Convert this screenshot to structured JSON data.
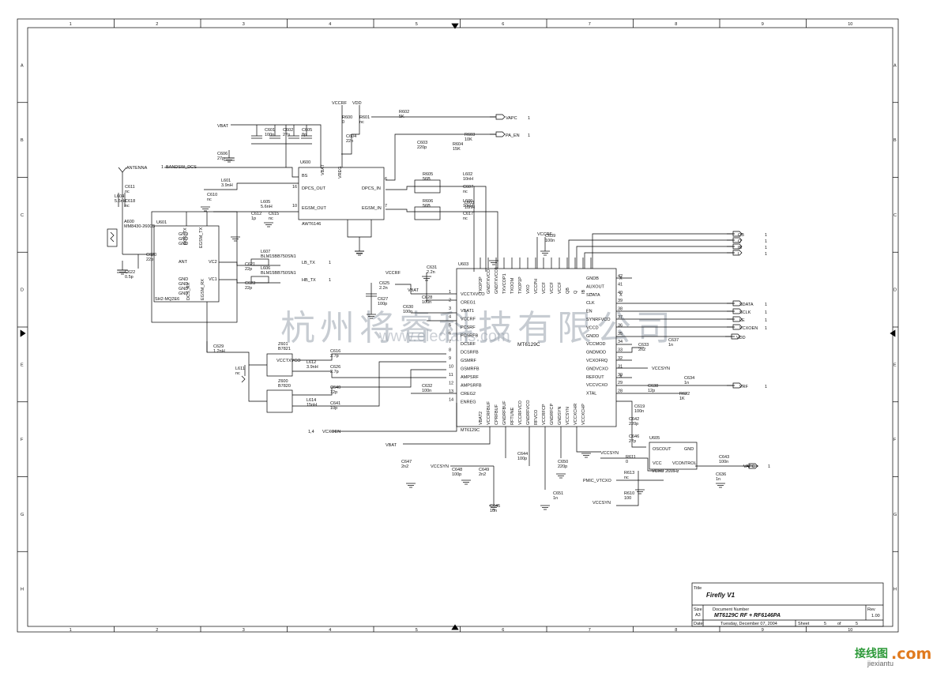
{
  "border": {
    "columns": [
      "1",
      "2",
      "3",
      "4",
      "5",
      "6",
      "7",
      "8",
      "9",
      "10"
    ],
    "rows": [
      "A",
      "B",
      "C",
      "D",
      "E",
      "F",
      "G",
      "H"
    ]
  },
  "title_block": {
    "title_label": "Title",
    "title": "Firefly V1",
    "size_label": "Size",
    "size": "A3",
    "doc_label": "Document Number",
    "doc_number": "MT6129C RF + RF6146PA",
    "rev_label": "Rev",
    "rev": "1.00",
    "date_label": "Date:",
    "date": "Tuesday, December 07, 2004",
    "sheet_label": "Sheet",
    "sheet_num": "5",
    "of_label": "of",
    "sheet_total": "5"
  },
  "chips": {
    "pa": {
      "ref": "U600",
      "part": "AWT6146",
      "pins_left": [
        "BS",
        "DPCS_OUT",
        "EGSM_OUT"
      ],
      "pins_right": [
        "DPCS_IN",
        "EGSM_IN"
      ],
      "pins_top": [
        "VBAT",
        "VREG"
      ],
      "pin_nums": [
        "16",
        "10",
        "6",
        "7"
      ]
    },
    "sw": {
      "ref": "U601",
      "part": "SH2-MQ2E6",
      "pins": [
        "DCS_TX",
        "EGSM_TX",
        "GND",
        "GND",
        "GND",
        "ANT",
        "VC2",
        "VC1",
        "GND",
        "GND",
        "GND",
        "GND",
        "DCS_RX",
        "EGSM_RX"
      ],
      "pin_nums": [
        "2",
        "1",
        "4",
        "5",
        "6",
        "7",
        "1",
        "11",
        "9",
        "8",
        "14",
        "13",
        "12"
      ]
    },
    "tx": {
      "ref": "U603",
      "part": "MT6129C",
      "part2": "MT6129C",
      "pins_left": [
        "VCCTXVCO",
        "CREG1",
        "VBAT1",
        "VCCRF",
        "PCSRF",
        "PCSRFB",
        "DCSRF",
        "DCSRFB",
        "GSMRF",
        "GSMRFB",
        "AMPSRF",
        "AMPSRFB",
        "CREG2",
        "ENREG"
      ],
      "pin_nums_left": [
        "1",
        "2",
        "3",
        "4",
        "5",
        "6",
        "7",
        "8",
        "9",
        "10",
        "11",
        "12",
        "13",
        "14"
      ],
      "pins_right": [
        "GNDB",
        "AUXOUT",
        "SDATA",
        "CLK",
        "EN",
        "SYNRFVCO",
        "VCCD",
        "GNDD",
        "VCCMOD",
        "GNDMOD",
        "VCXOFRQ",
        "GNDVCXO",
        "REFOUT",
        "VCCVCXO",
        "XTAL"
      ],
      "pin_nums_right": [
        "42",
        "41",
        "40",
        "39",
        "38",
        "37",
        "36",
        "35",
        "34",
        "33",
        "32",
        "31",
        "30",
        "29",
        "28"
      ],
      "pins_top": [
        "TXOP2P",
        "GNDTXVCO",
        "GNDTXVCO1",
        "TXVCOP1",
        "TXOOM",
        "TXOP1P",
        "VXO",
        "VCCPH",
        "VCCF",
        "VCCF",
        "VCCF",
        "QB",
        "Q",
        "IB",
        "I"
      ],
      "pins_bottom": [
        "VBAT2",
        "VCCRFBUF",
        "CPRFBUF",
        "GNDRFBUF",
        "RFTUNE",
        "VCCRFVCO",
        "GNDRFVCO",
        "RFVCO",
        "VCCRFCP",
        "GNDRFCP",
        "GNDSYN",
        "VCCSYN",
        "VCCXCHR",
        "VCCXCHP"
      ]
    },
    "vcxo": {
      "ref": "U605",
      "part": "VCXO 26MHz",
      "pins": [
        "OSCOUT",
        "GND",
        "VCC",
        "VCONTROL"
      ],
      "pin_nums": [
        "3",
        "2",
        "4",
        "1"
      ]
    }
  },
  "nets": {
    "vbat": "VBAT",
    "vccrf": "VCCRF",
    "vdd": "VDD",
    "vapc": "VAPC",
    "pa_en": "PA_EN",
    "bandsw": "BANDSW_DCS",
    "antenna": "ANTENNA",
    "lb_tx": "LB_TX",
    "hb_tx": "HB_TX",
    "vcxoen": "VCXOEN",
    "vccsyn": "VCCSYN",
    "qb": "QB",
    "q": "Q",
    "ib": "IB",
    "i": "I",
    "sdata": "SDATA",
    "sclk": "SCLK",
    "le": "LE",
    "vrf": "VRF",
    "pmic_vtcxo": "PMIC_VTCXO",
    "one": "1",
    "one_four": "1,4",
    "x_aux": "X"
  },
  "components": [
    {
      "ref": "C601",
      "val": "100n"
    },
    {
      "ref": "C602",
      "val": "27p"
    },
    {
      "ref": "C605",
      "val": "8p"
    },
    {
      "ref": "C606",
      "val": "27p"
    },
    {
      "ref": "R600",
      "val": "0"
    },
    {
      "ref": "R601",
      "val": "nc"
    },
    {
      "ref": "R602",
      "val": "5K"
    },
    {
      "ref": "C604",
      "val": "22n"
    },
    {
      "ref": "R603",
      "val": "10K"
    },
    {
      "ref": "R604",
      "val": "15K"
    },
    {
      "ref": "C603",
      "val": "220p"
    },
    {
      "ref": "R605",
      "val": "56B"
    },
    {
      "ref": "R606",
      "val": "56B"
    },
    {
      "ref": "L602",
      "val": "10nH"
    },
    {
      "ref": "L603",
      "val": "10nH"
    },
    {
      "ref": "C607",
      "val": "nc"
    },
    {
      "ref": "C617",
      "val": "nc"
    },
    {
      "ref": "L600",
      "val": "10nH"
    },
    {
      "ref": "L604",
      "val": "5.6nH"
    },
    {
      "ref": "C611",
      "val": "nc"
    },
    {
      "ref": "C618",
      "val": "nc"
    },
    {
      "ref": "L601",
      "val": "3.9nH"
    },
    {
      "ref": "C610",
      "val": "nc"
    },
    {
      "ref": "L605",
      "val": "5.6nH"
    },
    {
      "ref": "C612",
      "val": "1p"
    },
    {
      "ref": "C615",
      "val": "nc"
    },
    {
      "ref": "A600",
      "val": "MM8430-2600B"
    },
    {
      "ref": "C620",
      "val": "22p"
    },
    {
      "ref": "C622",
      "val": "0.5p"
    },
    {
      "ref": "L607",
      "val": "BLM15BB750SN1"
    },
    {
      "ref": "L606",
      "val": "BLM15BB750SN1"
    },
    {
      "ref": "C621",
      "val": "22p"
    },
    {
      "ref": "C623",
      "val": "22p"
    },
    {
      "ref": "C629",
      "val": "1.2nH"
    },
    {
      "ref": "L611",
      "val": "nc"
    },
    {
      "ref": "Z601",
      "val": "B7821"
    },
    {
      "ref": "Z600",
      "val": "B7820"
    },
    {
      "ref": "L612",
      "val": "3.9nH"
    },
    {
      "ref": "C616",
      "val": "2.7p"
    },
    {
      "ref": "C626",
      "val": "2.7p"
    },
    {
      "ref": "L614",
      "val": "15nH"
    },
    {
      "ref": "C640",
      "val": "12p"
    },
    {
      "ref": "C641",
      "val": "10p"
    },
    {
      "ref": "C625",
      "val": "2.2n"
    },
    {
      "ref": "C627",
      "val": "100p"
    },
    {
      "ref": "C628",
      "val": "100n"
    },
    {
      "ref": "C631",
      "val": "2.2n"
    },
    {
      "ref": "C630",
      "val": "100n"
    },
    {
      "ref": "C632",
      "val": "100n"
    },
    {
      "ref": "C639",
      "val": "100n"
    },
    {
      "ref": "C633",
      "val": "2n2"
    },
    {
      "ref": "C637",
      "val": "1n"
    },
    {
      "ref": "C634",
      "val": "1n"
    },
    {
      "ref": "C638",
      "val": "12p"
    },
    {
      "ref": "R622",
      "val": "1K"
    },
    {
      "ref": "C642",
      "val": "220p"
    },
    {
      "ref": "C646",
      "val": "27p"
    },
    {
      "ref": "C647",
      "val": "2n2"
    },
    {
      "ref": "C648",
      "val": "100p"
    },
    {
      "ref": "C649",
      "val": "2n2"
    },
    {
      "ref": "C644",
      "val": "100p"
    },
    {
      "ref": "C650",
      "val": "220p"
    },
    {
      "ref": "C651",
      "val": "1n"
    },
    {
      "ref": "C645",
      "val": "10n"
    },
    {
      "ref": "R611",
      "val": "0"
    },
    {
      "ref": "R613",
      "val": "nc"
    },
    {
      "ref": "R610",
      "val": "100"
    },
    {
      "ref": "C643",
      "val": "100n"
    },
    {
      "ref": "C636",
      "val": "1n"
    },
    {
      "ref": "C619",
      "val": "100n"
    }
  ],
  "watermark": {
    "cn": "杭州将睿科技有限公司",
    "url": "www.elecfans.com"
  },
  "logo": {
    "cn": "接线图",
    "com": ".com",
    "sub": "jiexiantu"
  }
}
